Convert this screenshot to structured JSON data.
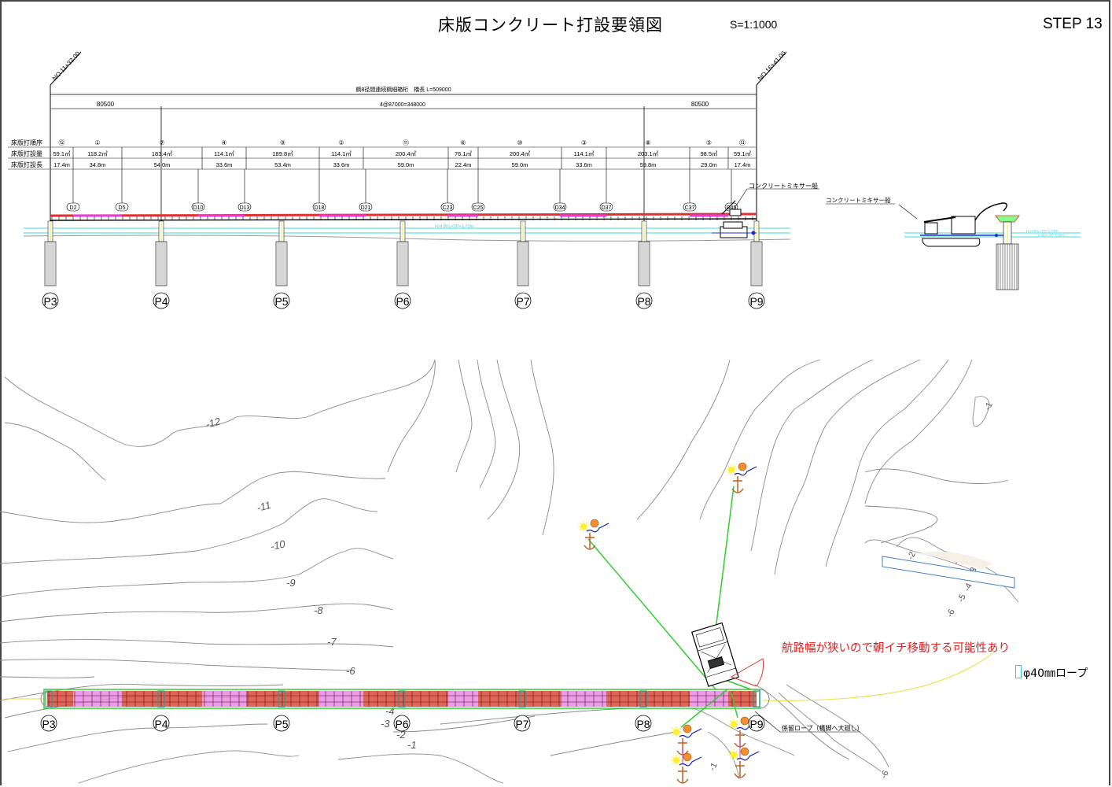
{
  "header": {
    "title": "床版コンクリート打設要領図",
    "scale": "S=1:1000",
    "step": "STEP 13"
  },
  "elevation": {
    "stations": {
      "start": "NO.11+32.00",
      "end": "NO.16+41.00"
    },
    "overall_dim_label": "鋼8径間連続鋼細箱桁　橋長 L=509000",
    "span_dims": [
      "80500",
      "4@87000=348000",
      "80500"
    ],
    "table": {
      "row_labels": [
        "床版打順序",
        "床版打設量",
        "床版打設長"
      ],
      "columns": [
        {
          "order": "⑫",
          "volume": "59.1㎥",
          "length": "17.4m"
        },
        {
          "order": "①",
          "volume": "118.2㎥",
          "length": "34.8m"
        },
        {
          "order": "⑦",
          "volume": "183.4㎥",
          "length": "54.0m"
        },
        {
          "order": "④",
          "volume": "114.1㎥",
          "length": "33.6m"
        },
        {
          "order": "⑨",
          "volume": "189.8㎥",
          "length": "53.4m"
        },
        {
          "order": "②",
          "volume": "114.1㎥",
          "length": "33.6m"
        },
        {
          "order": "⑪",
          "volume": "200.4㎥",
          "length": "59.0m"
        },
        {
          "order": "⑥",
          "volume": "76.1㎥",
          "length": "22.4m"
        },
        {
          "order": "⑩",
          "volume": "200.4㎥",
          "length": "59.0m"
        },
        {
          "order": "③",
          "volume": "114.1㎥",
          "length": "33.6m"
        },
        {
          "order": "⑧",
          "volume": "203.1㎥",
          "length": "59.8m"
        },
        {
          "order": "⑤",
          "volume": "98.5㎥",
          "length": "29.0m"
        },
        {
          "order": "⑬",
          "volume": "59.1㎥",
          "length": "17.4m"
        }
      ]
    },
    "joint_labels": [
      "D2",
      "D5",
      "D10",
      "D13",
      "D18",
      "D21",
      "C23",
      "C25",
      "D34",
      "D37",
      "C37",
      "D45"
    ],
    "piers": [
      "P3",
      "P4",
      "P5",
      "P6",
      "P7",
      "P8",
      "P9"
    ],
    "water_level_label": "H.H.W.L=TP+1.73m",
    "mixer_ship_label": "コンクリートミキサー船"
  },
  "side_view": {
    "mixer_ship_label": "コンクリートミキサー船",
    "water_labels": [
      "H.H.W.L=TP+1.73m",
      "L.W.L=TP-1.50m"
    ]
  },
  "plan": {
    "piers": [
      "P3",
      "P4",
      "P5",
      "P6",
      "P7",
      "P8",
      "P9"
    ],
    "contour_labels": [
      "-12",
      "-11",
      "-10",
      "-9",
      "-8",
      "-7",
      "-6",
      "-4",
      "-3",
      "-2",
      "-1"
    ],
    "right_contour_labels": [
      "-1",
      "-2",
      "-1",
      "-3",
      "-4",
      "-5",
      "-6",
      "-6"
    ],
    "mooring_rope_label": "係留ロープ（橋脚へ大廻し）",
    "rope_label": "φ40㎜ロープ",
    "note": "航路幅が狭いので朝イチ移動する可能性あり",
    "colors": {
      "note": "#e02020",
      "mooring_line": "#33cc33",
      "slab_red": "#e03030",
      "slab_magenta": "#e040e0",
      "anchor": "#c06020",
      "buoy": "#f09030",
      "contour": "#888888",
      "water": "#40d8e0"
    }
  }
}
